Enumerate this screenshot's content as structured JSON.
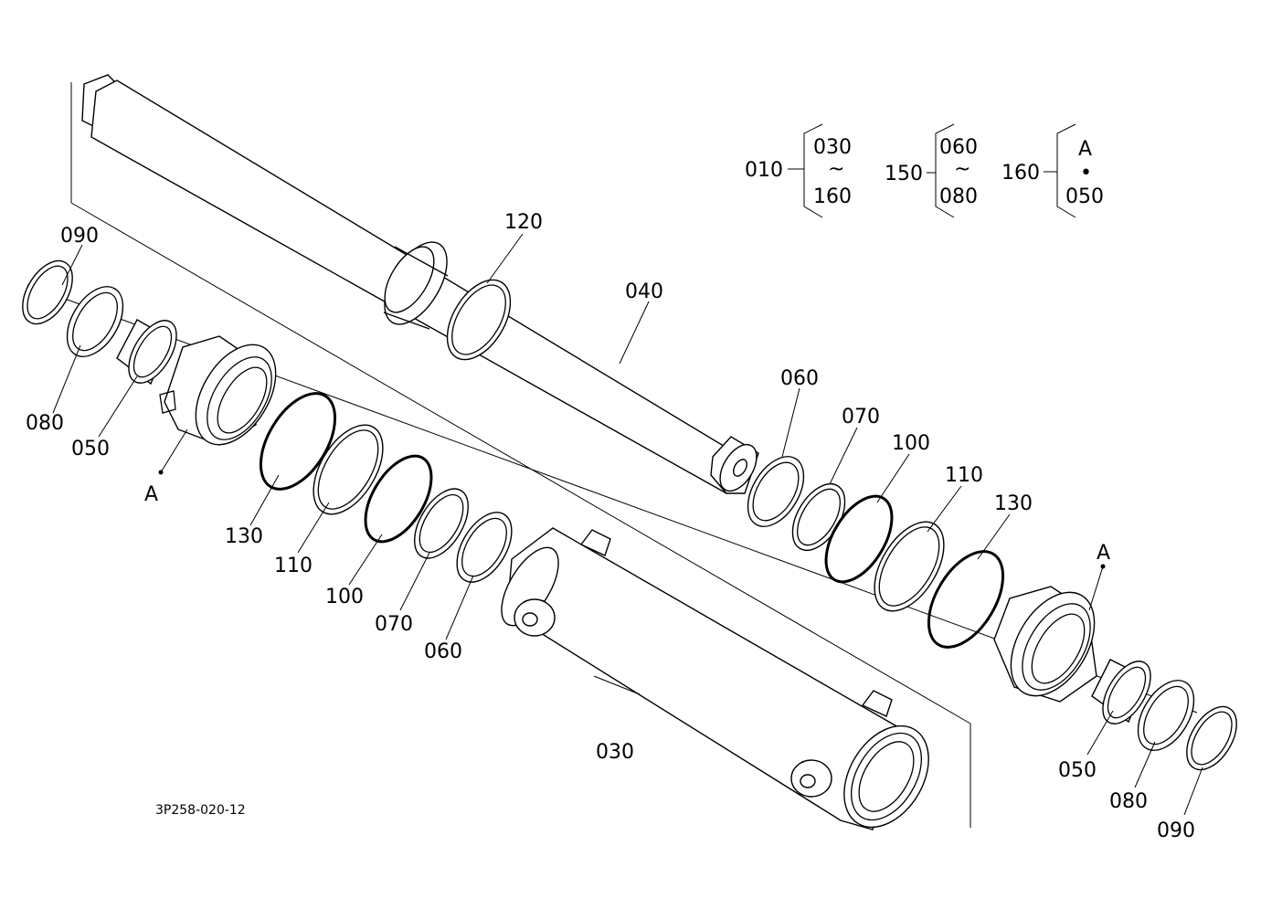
{
  "diagram": {
    "drawing_number": "3P258-020-12",
    "callouts": {
      "rod": "040",
      "rod_ring": "120",
      "tube": "030",
      "left_090": "090",
      "left_080": "080",
      "left_050": "050",
      "left_A": "A",
      "left_130": "130",
      "left_110": "110",
      "left_100": "100",
      "left_070": "070",
      "left_060": "060",
      "right_060": "060",
      "right_070": "070",
      "right_100": "100",
      "right_110": "110",
      "right_130": "130",
      "right_A": "A",
      "right_050": "050",
      "right_080": "080",
      "right_090": "090"
    },
    "assembly_legend": [
      {
        "parent": "010",
        "top": "030",
        "mid": "~",
        "bottom": "160"
      },
      {
        "parent": "150",
        "top": "060",
        "mid": "~",
        "bottom": "080"
      },
      {
        "parent": "160",
        "top": "A",
        "mid": "•",
        "bottom": "050"
      }
    ]
  }
}
